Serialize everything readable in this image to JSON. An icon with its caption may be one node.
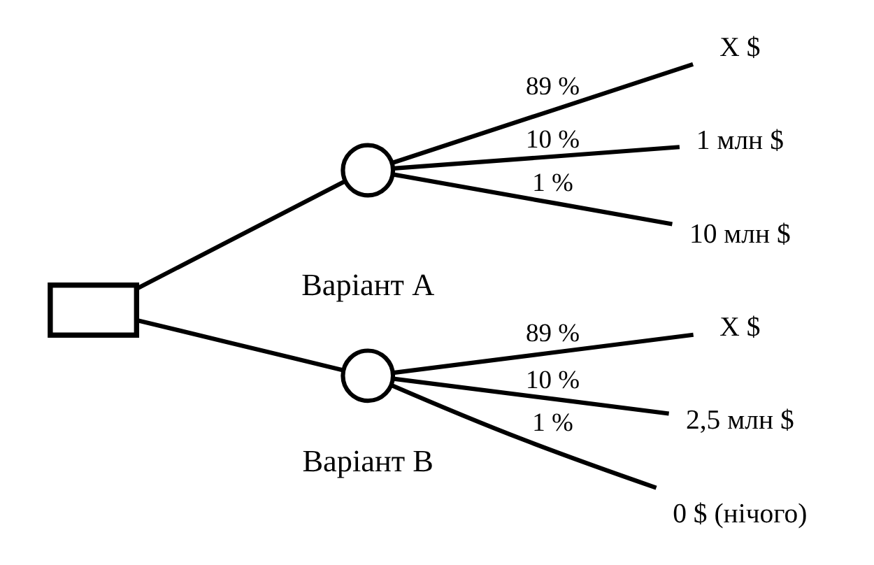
{
  "diagram": {
    "nodes": [
      {
        "text": [],
        "shape": "box"
      },
      {
        "text": [],
        "shape": "circle",
        "beside": [
          "Варіант A"
        ]
      },
      {
        "text": [],
        "shape": "circle",
        "beside": [
          "Варіант B"
        ]
      },
      {
        "text": [
          "X $"
        ]
      },
      {
        "text": [
          "1 млн $"
        ]
      },
      {
        "text": [
          "10 млн $"
        ]
      },
      {
        "text": [
          "X $"
        ]
      },
      {
        "text": [
          "2,5 млн $"
        ]
      },
      {
        "text": [
          "0 $ (нічого)"
        ]
      }
    ],
    "edges": [
      {
        "from": 0,
        "to": 1,
        "arrow": "none"
      },
      {
        "from": 0,
        "to": 2,
        "arrow": "none"
      },
      {
        "from": 1,
        "to": 3,
        "arrow": "none",
        "label": "89 %"
      },
      {
        "from": 1,
        "to": 4,
        "arrow": "none",
        "label": "10 %"
      },
      {
        "from": 1,
        "to": 5,
        "arrow": "none",
        "label": "1 %"
      },
      {
        "from": 2,
        "to": 6,
        "arrow": "none",
        "label": "89 %"
      },
      {
        "from": 2,
        "to": 7,
        "arrow": "none",
        "label": "10 %"
      },
      {
        "from": 2,
        "to": 8,
        "arrow": "none",
        "label": "1 %"
      }
    ]
  }
}
